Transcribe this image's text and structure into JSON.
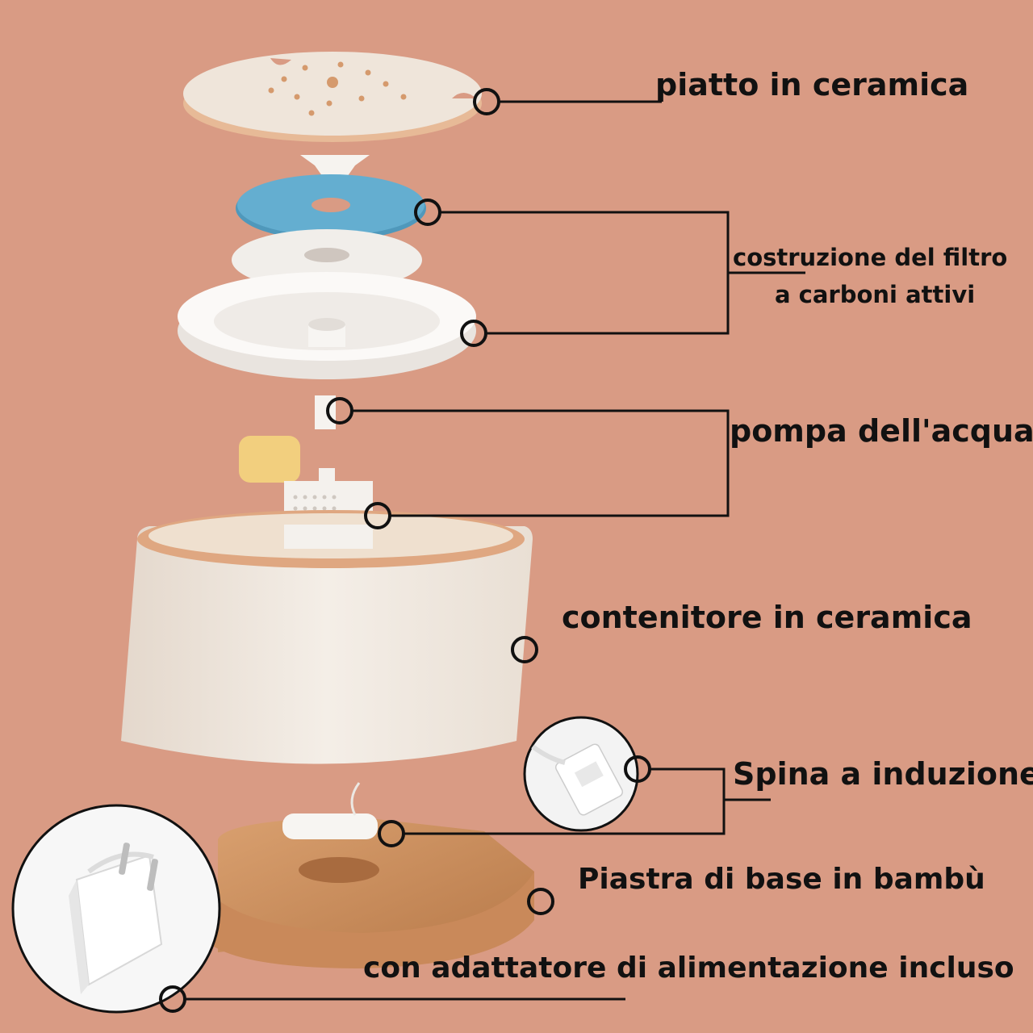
{
  "labels": {
    "ceramic_plate": "piatto in ceramica",
    "filter_line1": "costruzione del filtro",
    "filter_line2": "a carboni attivi",
    "water_pump": "pompa dell'acqua",
    "ceramic_container": "contenitore in ceramica",
    "induction_plug": "Spina a induzione",
    "bamboo_base": "Piastra di base in bambù",
    "power_adapter": "con adattatore di alimentazione incluso"
  },
  "colors": {
    "background": "#d99b84",
    "leader_line": "#111111",
    "label_text": "#111111",
    "ceramic": "#efe6dc",
    "filter_foam_blue": "#5aa6c9",
    "bamboo": "#c98d5d"
  },
  "icons": {
    "usb_plug": "usb-plug-icon",
    "power_adapter": "eu-plug-adapter-icon"
  }
}
